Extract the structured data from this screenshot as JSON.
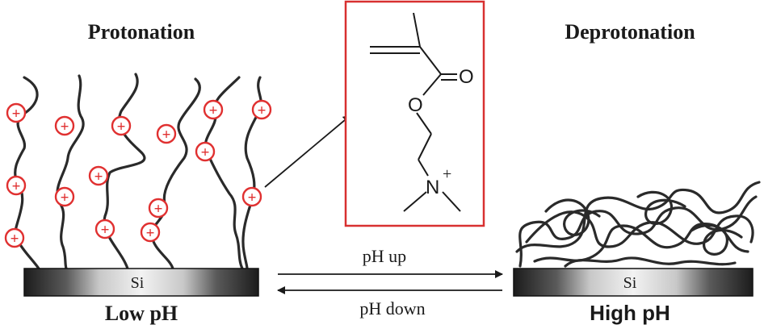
{
  "left_panel": {
    "title": "Protonation",
    "substrate_label": "Si",
    "ph_label": "Low pH",
    "charge_symbol": "+"
  },
  "right_panel": {
    "title": "Deprotonation",
    "substrate_label": "Si",
    "ph_label": "High pH"
  },
  "arrows": {
    "forward_label": "pH up",
    "reverse_label": "pH down"
  },
  "monomer": {
    "oxygen_carbonyl": "O",
    "oxygen_ester": "O",
    "nitrogen": "N",
    "nitrogen_charge": "+"
  },
  "colors": {
    "charge_red": "#e03030",
    "box_red": "#d83030",
    "chain": "#2a2a2a"
  }
}
